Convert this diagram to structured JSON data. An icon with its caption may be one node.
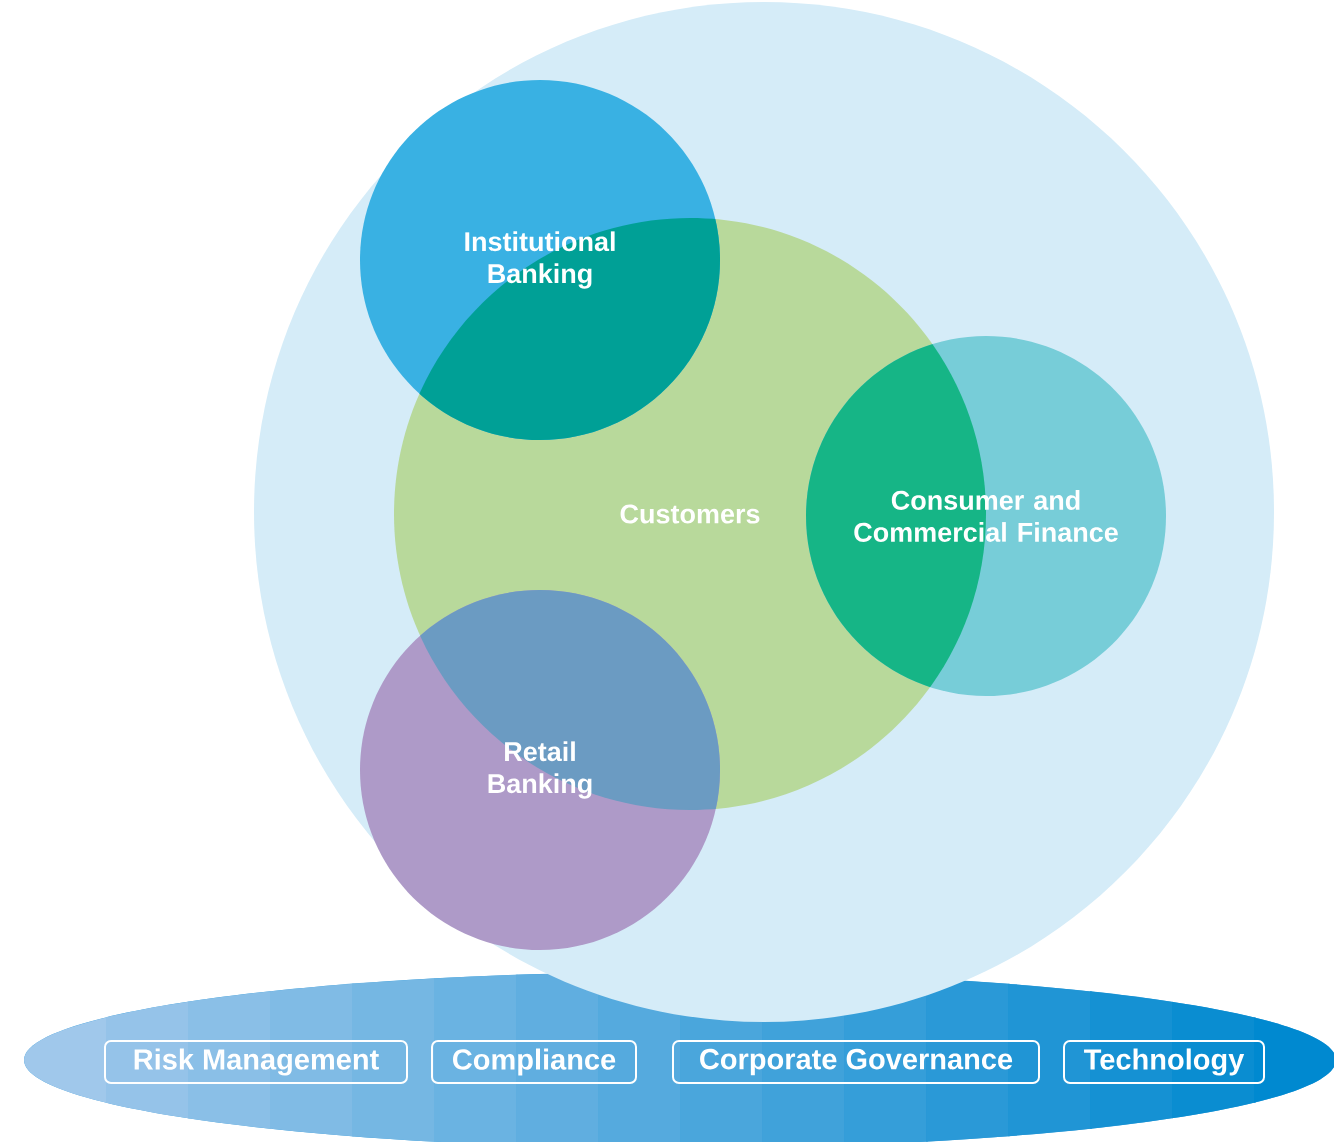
{
  "diagram": {
    "nodes": [
      {
        "text": [],
        "shape": "circle"
      },
      {
        "text": [
          "Institutional Banking"
        ],
        "in": 0
      },
      {
        "text": [
          "Customers"
        ],
        "in": 0
      },
      {
        "text": [
          "Consumer and Commercial Finance"
        ],
        "in": 0
      },
      {
        "text": [
          "Retail Banking"
        ],
        "in": 0
      },
      {
        "text": [],
        "shape": "ellipse"
      },
      {
        "text": [
          "Risk Management"
        ],
        "in": 5
      },
      {
        "text": [
          "Compliance"
        ],
        "in": 5
      },
      {
        "text": [
          "Corporate Governance"
        ],
        "in": 5
      },
      {
        "text": [
          "Technology"
        ],
        "in": 5
      }
    ]
  }
}
